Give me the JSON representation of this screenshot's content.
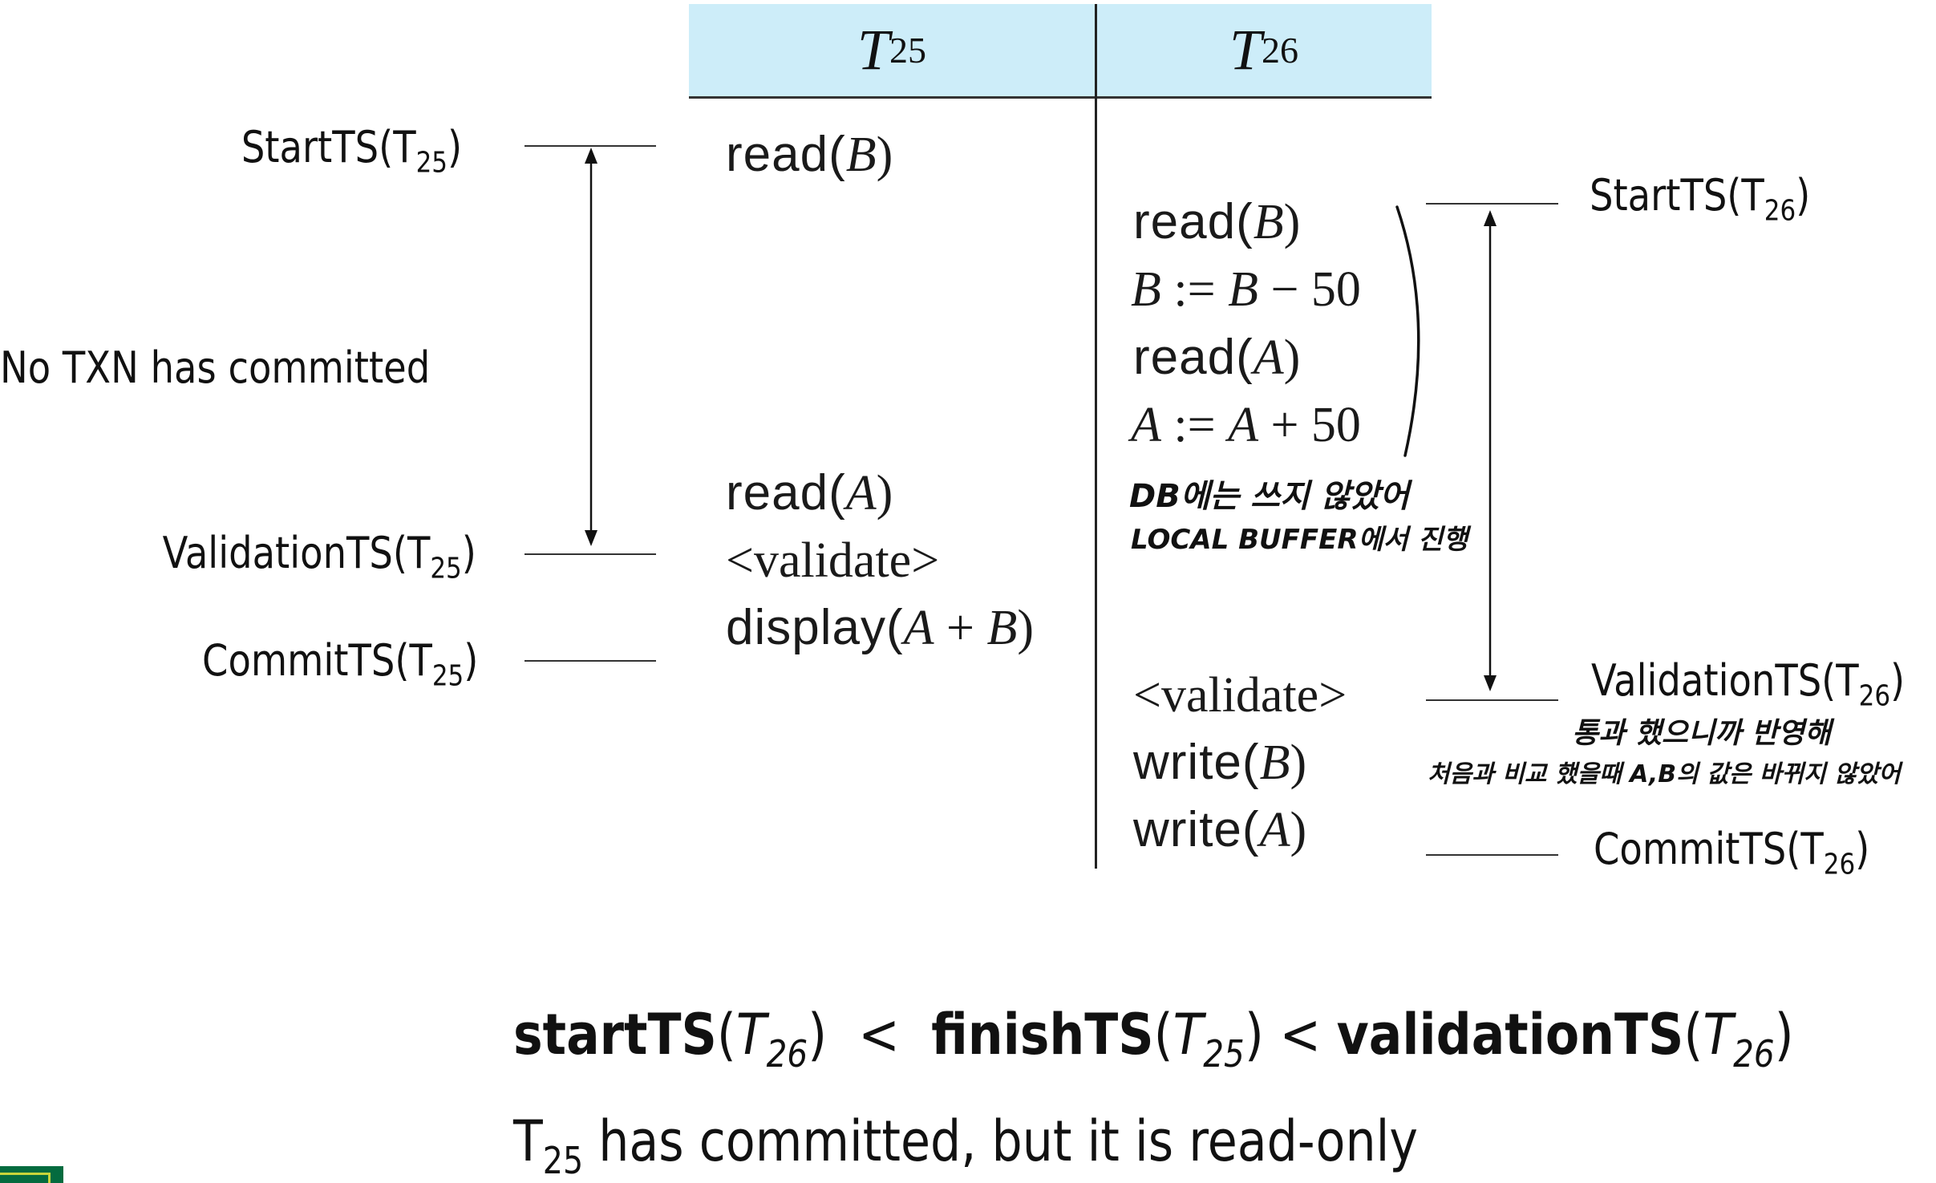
{
  "table": {
    "columns": [
      {
        "name": "T",
        "sub": "25"
      },
      {
        "name": "T",
        "sub": "26"
      }
    ],
    "header_color": "#cdedf9"
  },
  "t25_ops": [
    {
      "kw": "read(",
      "var": "B",
      "close": ")"
    },
    {
      "kw": "read(",
      "var": "A",
      "close": ")"
    },
    {
      "text": "<validate>"
    },
    {
      "kw": "display(",
      "var": "A",
      "mid": " + ",
      "var2": "B",
      "close": ")"
    }
  ],
  "t26_ops": [
    {
      "kw": "read(",
      "var": "B",
      "close": ")"
    },
    {
      "expr_var1": "B",
      "expr_op": " := ",
      "expr_var2": "B",
      "expr_rest": " − 50"
    },
    {
      "kw": "read(",
      "var": "A",
      "close": ")"
    },
    {
      "expr_var1": "A",
      "expr_op": " := ",
      "expr_var2": "A",
      "expr_rest": " + 50"
    },
    {
      "text": "<validate>"
    },
    {
      "kw": "write(",
      "var": "B",
      "close": ")"
    },
    {
      "kw": "write(",
      "var": "A",
      "close": ")"
    }
  ],
  "left_labels": {
    "start": {
      "text": "StartTS(T",
      "sub": "25",
      "close": ")"
    },
    "no_txn": "No TXN has committed",
    "validation": {
      "text": "ValidationTS(T",
      "sub": "25",
      "close": ")"
    },
    "commit": {
      "text": "CommitTS(T",
      "sub": "25",
      "close": ")"
    }
  },
  "right_labels": {
    "start": {
      "text": "StartTS(T",
      "sub": "26",
      "close": ")"
    },
    "validation": {
      "text": "ValidationTS(T",
      "sub": "26",
      "close": ")"
    },
    "commit": {
      "text": "CommitTS(T",
      "sub": "26",
      "close": ")"
    }
  },
  "handwritten_notes": {
    "local_1": "DB에는 쓰지 않았어",
    "local_2": "LOCAL BUFFER에서 진행",
    "validate_1": "통과 했으니까 반영해",
    "validate_2": "처음과 비교 했을때 A,B의 값은 바뀌지 않았어"
  },
  "formula": {
    "p1": "startTS",
    "p1_var": "T",
    "p1_sub": "26",
    "lt1": "<",
    "p2": "finishTS",
    "p2_var": "T",
    "p2_sub": "25",
    "lt2": "<",
    "p3": "validationTS",
    "p3_var": "T",
    "p3_sub": "26"
  },
  "note": {
    "pre": "T",
    "sub": "25",
    "text": " has committed, but it is read-only"
  }
}
